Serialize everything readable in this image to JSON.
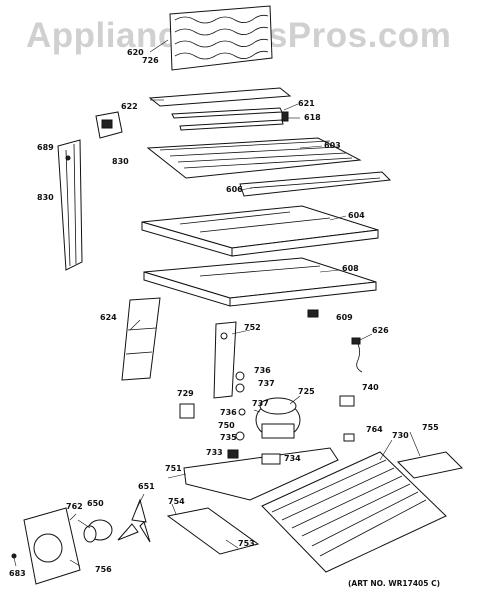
{
  "watermark": "AppliancePartsPros.com",
  "art_number": "(ART NO. WR17405 C)",
  "callouts": [
    {
      "id": "620",
      "text": "620"
    },
    {
      "id": "726",
      "text": "726"
    },
    {
      "id": "622",
      "text": "622"
    },
    {
      "id": "621",
      "text": "621"
    },
    {
      "id": "618",
      "text": "618"
    },
    {
      "id": "689",
      "text": "689"
    },
    {
      "id": "830a",
      "text": "830"
    },
    {
      "id": "830b",
      "text": "830"
    },
    {
      "id": "603",
      "text": "603"
    },
    {
      "id": "606",
      "text": "606"
    },
    {
      "id": "604",
      "text": "604"
    },
    {
      "id": "608",
      "text": "608"
    },
    {
      "id": "624",
      "text": "624"
    },
    {
      "id": "609",
      "text": "609"
    },
    {
      "id": "752",
      "text": "752"
    },
    {
      "id": "626",
      "text": "626"
    },
    {
      "id": "736a",
      "text": "736"
    },
    {
      "id": "737a",
      "text": "737"
    },
    {
      "id": "737b",
      "text": "737"
    },
    {
      "id": "725",
      "text": "725"
    },
    {
      "id": "740",
      "text": "740"
    },
    {
      "id": "729",
      "text": "729"
    },
    {
      "id": "736b",
      "text": "736"
    },
    {
      "id": "750",
      "text": "750"
    },
    {
      "id": "764",
      "text": "764"
    },
    {
      "id": "730",
      "text": "730"
    },
    {
      "id": "755",
      "text": "755"
    },
    {
      "id": "735",
      "text": "735"
    },
    {
      "id": "733",
      "text": "733"
    },
    {
      "id": "734",
      "text": "734"
    },
    {
      "id": "751",
      "text": "751"
    },
    {
      "id": "651",
      "text": "651"
    },
    {
      "id": "762",
      "text": "762"
    },
    {
      "id": "650",
      "text": "650"
    },
    {
      "id": "754",
      "text": "754"
    },
    {
      "id": "753",
      "text": "753"
    },
    {
      "id": "756",
      "text": "756"
    },
    {
      "id": "683",
      "text": "683"
    }
  ]
}
